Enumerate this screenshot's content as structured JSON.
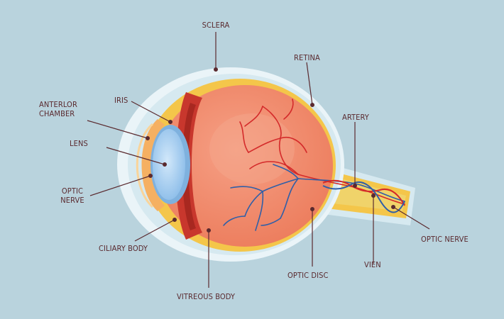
{
  "labels": {
    "sclera": "SCLERA",
    "retina": "RETINA",
    "iris": "IRIS",
    "anterior_chamber_1": "ANTERLOR",
    "anterior_chamber_2": "CHAMBER",
    "artery": "ARTERY",
    "lens": "LENS",
    "optic_nerve_left_1": "OPTIC",
    "optic_nerve_left_2": "NERVE",
    "ciliary_body": "CILIARY BODY",
    "optic_nerve_right": "OPTIC NERVE",
    "vien": "VIEN",
    "optic_disc": "OPTIC DISC",
    "vitreous_body": "VITREOUS BODY"
  },
  "colors": {
    "background": "#b9d3dd",
    "sclera_outer": "#eaf4f8",
    "sclera_inner": "#d6e9f0",
    "choroid": "#f4c64a",
    "eyeball": "#f08a6a",
    "iris_band": "#c8372d",
    "lens": "#9cc8ee",
    "artery": "#d42a2a",
    "vein": "#2f5fa8",
    "leader_line": "#5a2a2f"
  }
}
